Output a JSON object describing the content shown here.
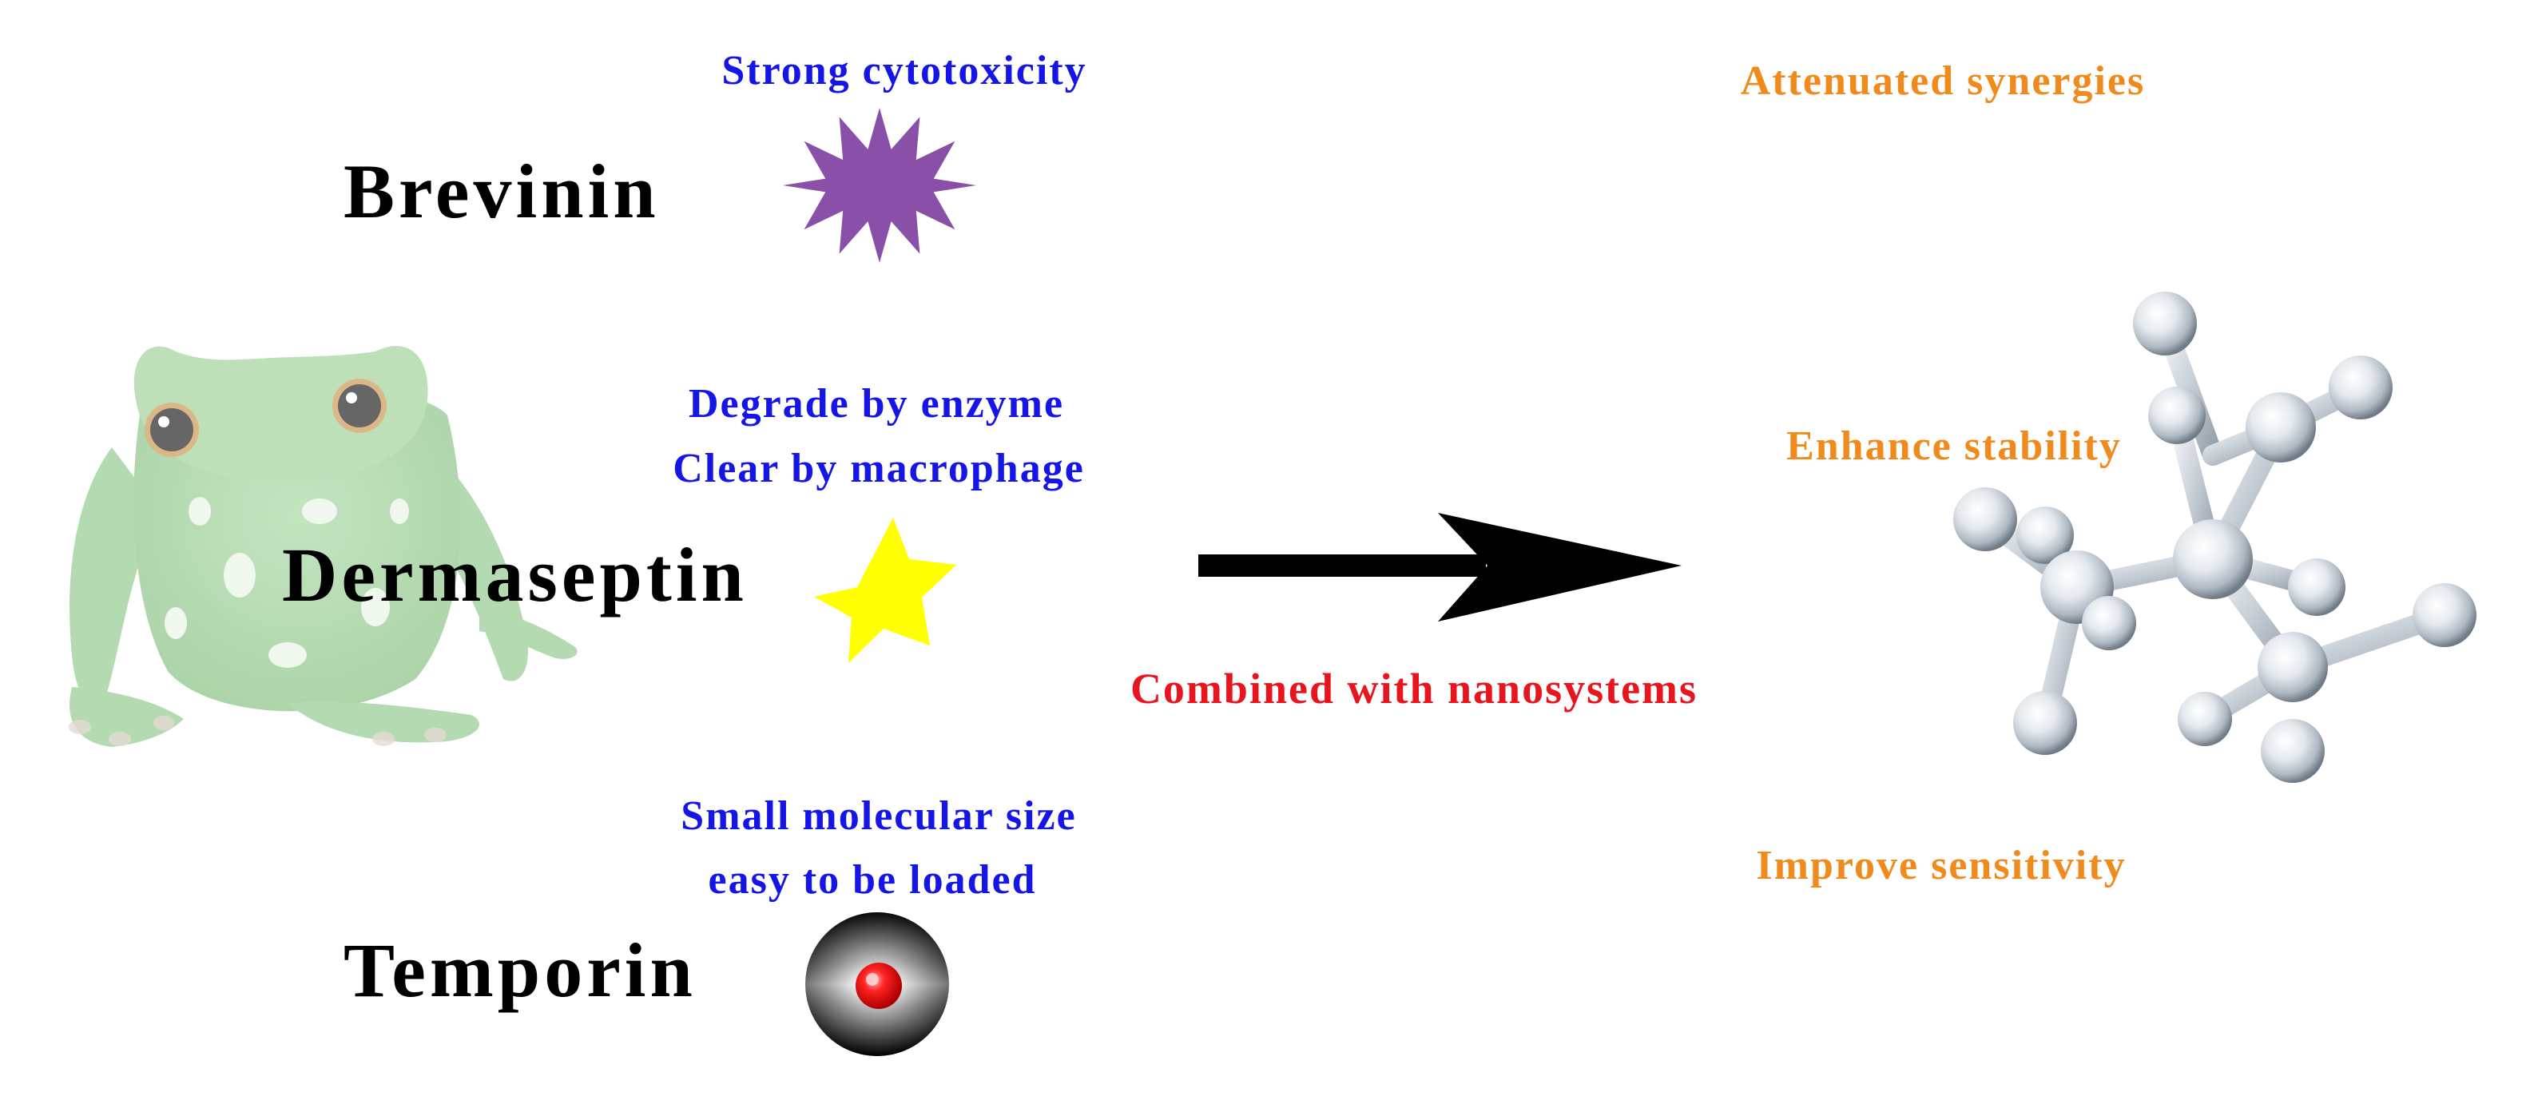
{
  "colors": {
    "peptide_label": "#000000",
    "problem_text": "#1515e8",
    "benefit_text": "#f08a1c",
    "combine_text": "#e8141e",
    "arrow": "#000000",
    "brevinin_star": "#8a4fa8",
    "dermaseptin_star": "#ffff00",
    "temporin_center": "#ff1a1a",
    "frog_body": "#8ec98a",
    "molecule_glass": "#dde4ea"
  },
  "icons": {
    "frog": "frog-illustration",
    "brevinin": "purple-burst-star-icon",
    "dermaseptin": "yellow-star-icon",
    "temporin": "sphere-red-core-icon",
    "nanosystem": "glass-molecule-model",
    "arrow": "right-arrow-icon"
  },
  "peptides": {
    "brevinin": {
      "name": "Brevinin",
      "notes": [
        "Strong cytotoxicity"
      ]
    },
    "dermaseptin": {
      "name": "Dermaseptin",
      "notes": [
        "Degrade by enzyme",
        "Clear by macrophage"
      ]
    },
    "temporin": {
      "name": "Temporin",
      "notes": [
        "Small molecular size",
        "easy to be loaded"
      ]
    }
  },
  "transition": {
    "label": "Combined with nanosystems"
  },
  "outcomes": {
    "attenuated": "Attenuated synergies",
    "stability": "Enhance stability",
    "sensitivity": "Improve sensitivity"
  }
}
